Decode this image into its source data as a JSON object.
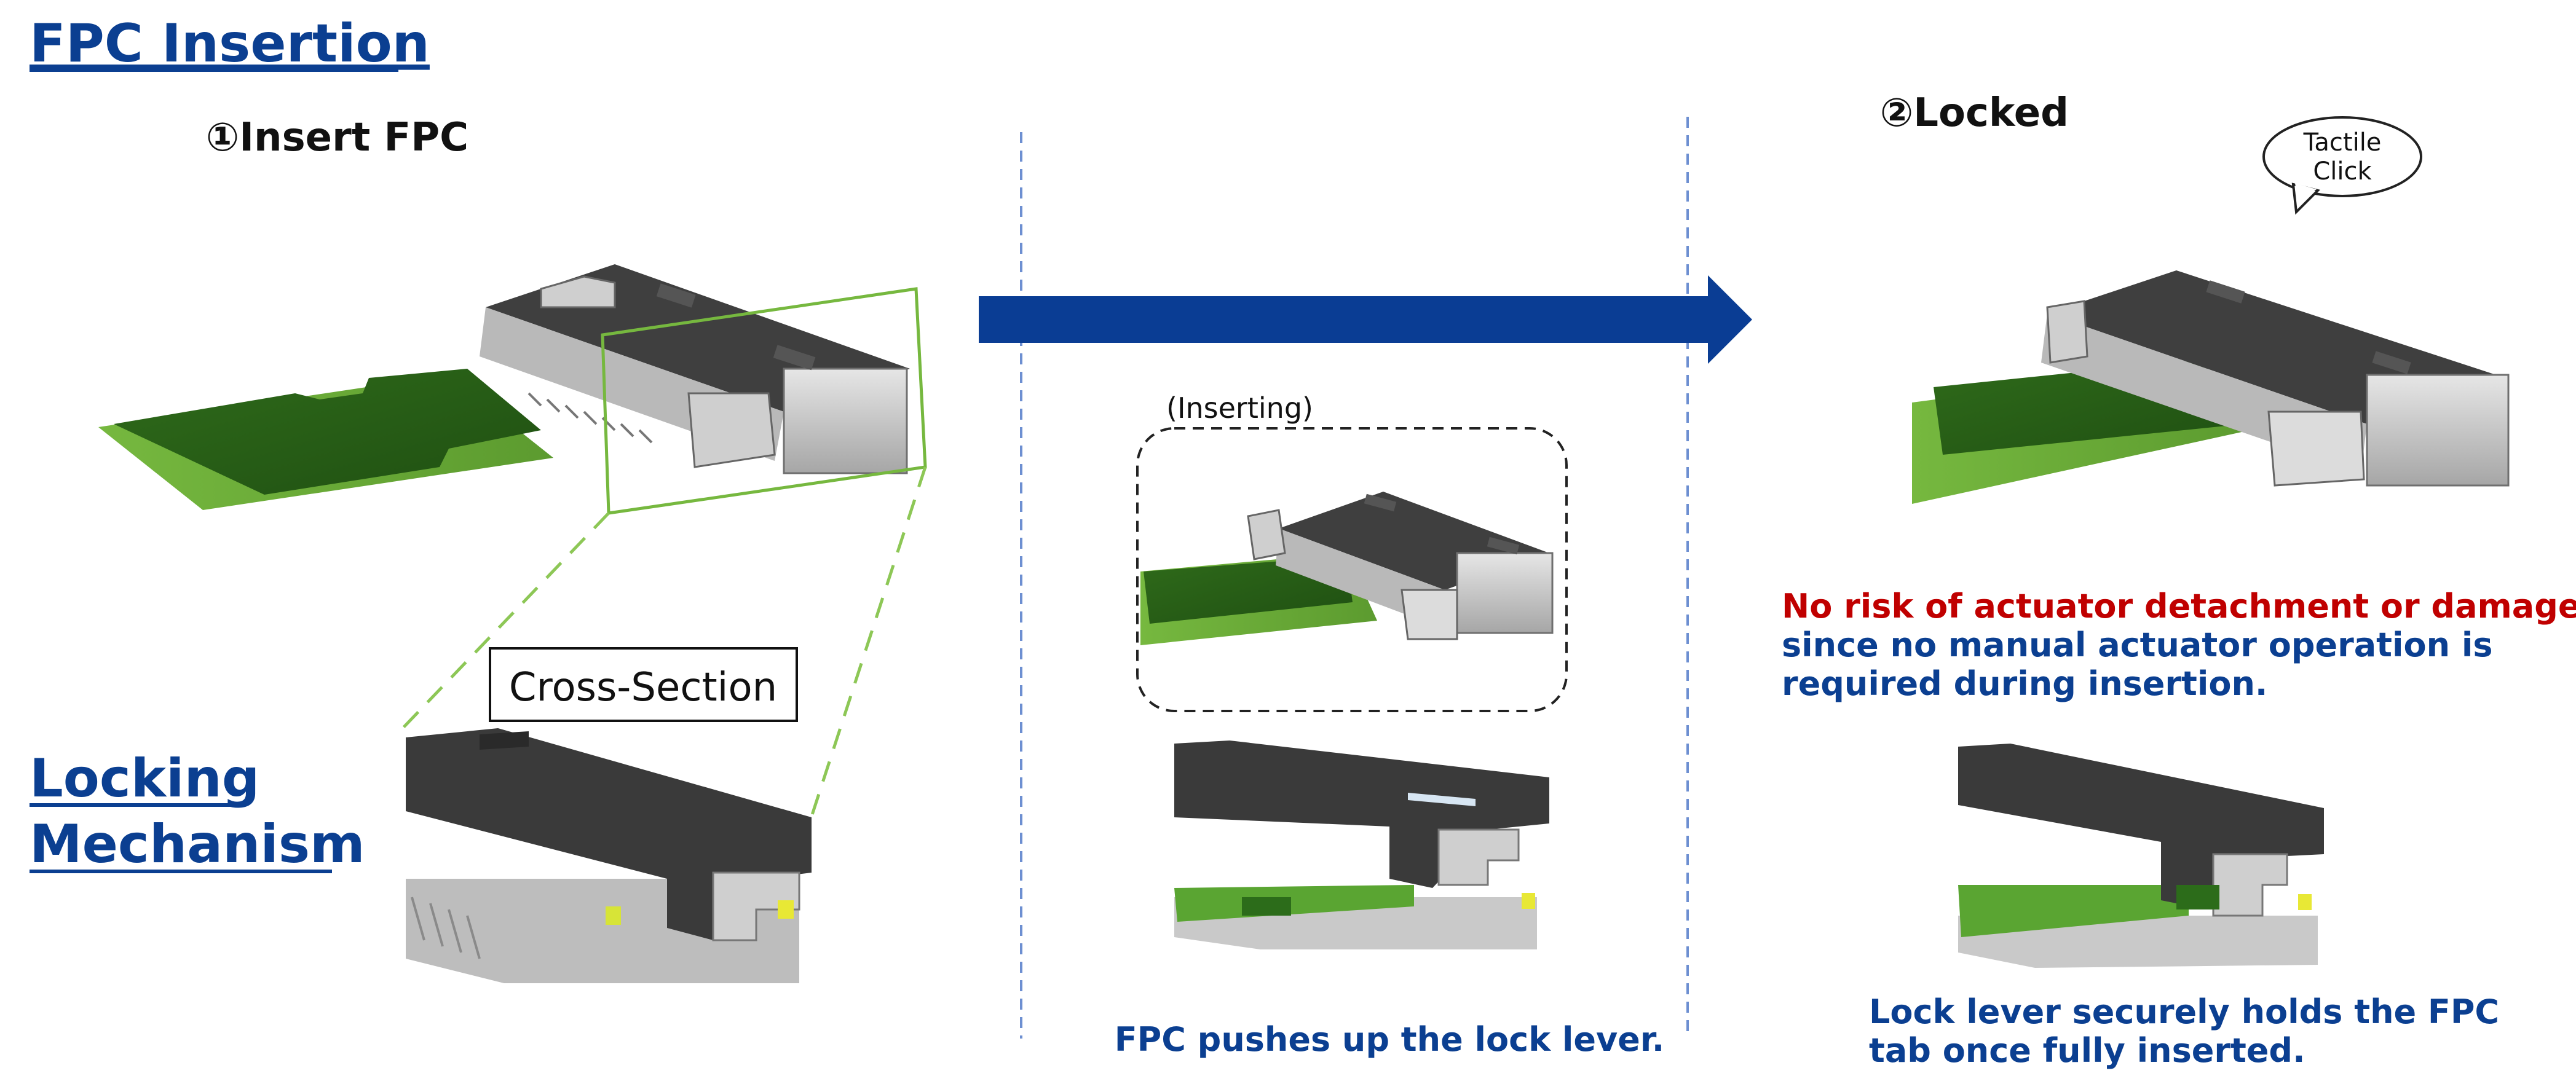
{
  "headings": {
    "fpc_insertion": "FPC Insertion",
    "locking_line1": "Locking",
    "locking_line2": "Mechanism"
  },
  "steps": {
    "insert": "①Insert FPC",
    "locked": "②Locked"
  },
  "labels": {
    "cross_section": "Cross-Section",
    "inserting": "(Inserting)",
    "tactile_line1": "Tactile",
    "tactile_line2": "Click"
  },
  "notes": {
    "pushes_lever": "FPC pushes up the lock lever.",
    "no_risk": "No risk of actuator detachment or damage,",
    "since_line1": "since no manual actuator operation is",
    "since_line2": "required during insertion.",
    "lock_line1": "Lock lever securely holds the FPC",
    "lock_line2": "tab once fully inserted."
  },
  "colors": {
    "heading_blue": "#0b3f91",
    "arrow_blue": "#0a3d94",
    "warning_red": "#c00000",
    "fpc_green": "#3f7f1f",
    "highlight_green": "#73b83a"
  }
}
